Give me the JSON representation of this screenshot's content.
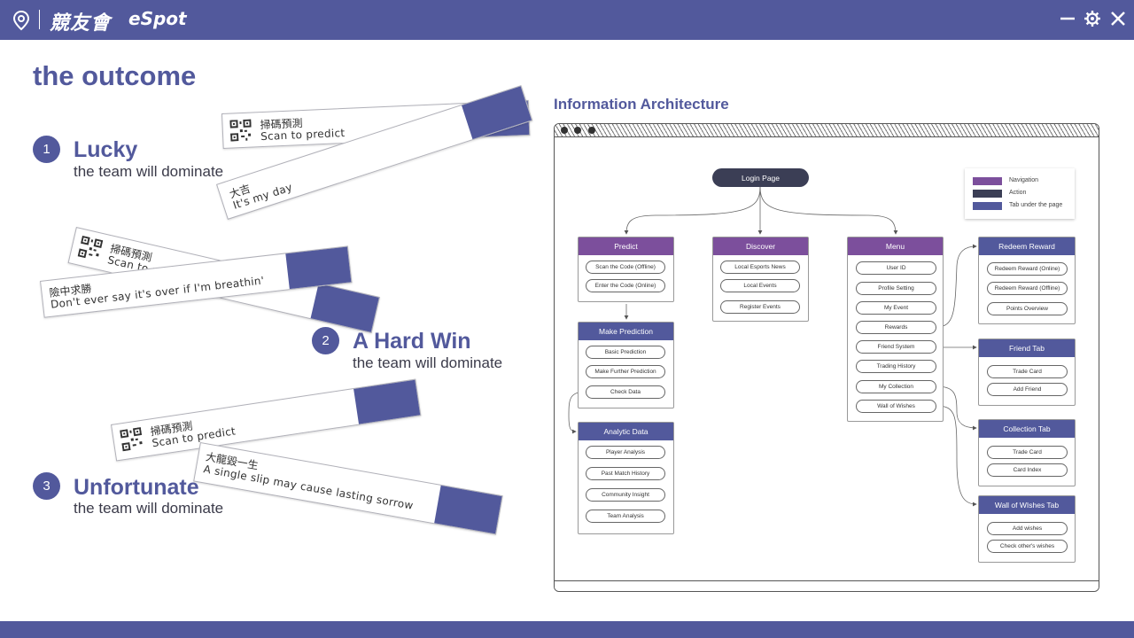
{
  "header": {
    "brand_cn": "競友會",
    "brand_en": "eSpot",
    "controls": [
      "minimize-icon",
      "gear-icon",
      "close-icon"
    ]
  },
  "colors": {
    "primary": "#52599c",
    "navigation": "#7c4f9c",
    "action": "#3b3e55",
    "tab": "#52599c"
  },
  "page": {
    "heading": "the outcome"
  },
  "outcomes": [
    {
      "number": "1",
      "title": "Lucky",
      "subtitle": "the team will dominate"
    },
    {
      "number": "2",
      "title": "A Hard Win",
      "subtitle": "the team will dominate"
    },
    {
      "number": "3",
      "title": "Unfortunate",
      "subtitle": "the team will dominate"
    }
  ],
  "tickets": {
    "scan_cn": "掃碼預測",
    "scan_en": "Scan to predict",
    "lucky_cn": "大吉",
    "lucky_en": "It's my day",
    "hard_cn": "險中求勝",
    "hard_en": "Don't ever say it's over if I'm breathin'",
    "unfortunate_cn": "大龍毀一生",
    "unfortunate_en": "A single slip may cause lasting sorrow"
  },
  "ia": {
    "title": "Information Architecture",
    "login": "Login Page",
    "legend": [
      "Navigation",
      "Action",
      "Tab under the page"
    ],
    "predict": {
      "title": "Predict",
      "items": [
        "Scan the Code (Offline)",
        "Enter the Code (Online)"
      ]
    },
    "discover": {
      "title": "Discover",
      "items": [
        "Local Esports News",
        "Local Events",
        "Register Events"
      ]
    },
    "menu": {
      "title": "Menu",
      "items": [
        "User ID",
        "Profile Setting",
        "My Event",
        "Rewards",
        "Friend System",
        "Trading History",
        "My Collection",
        "Wall of Wishes"
      ]
    },
    "make_prediction": {
      "title": "Make Prediction",
      "items": [
        "Basic Prediction",
        "Make Further Prediction",
        "Check Data"
      ]
    },
    "analytic": {
      "title": "Analytic Data",
      "items": [
        "Player Analysis",
        "Past Match History",
        "Community Insight",
        "Team Analysis"
      ]
    },
    "redeem": {
      "title": "Redeem Reward",
      "items": [
        "Redeem Reward (Online)",
        "Redeem Reward (Offline)",
        "Points Overview"
      ]
    },
    "friend_tab": {
      "title": "Friend Tab",
      "items": [
        "Trade Card",
        "Add Friend"
      ]
    },
    "collection_tab": {
      "title": "Collection Tab",
      "items": [
        "Trade Card",
        "Card Index"
      ]
    },
    "wishes_tab": {
      "title": "Wall of WIshes Tab",
      "items": [
        "Add wishes",
        "Check other's wishes"
      ]
    }
  }
}
